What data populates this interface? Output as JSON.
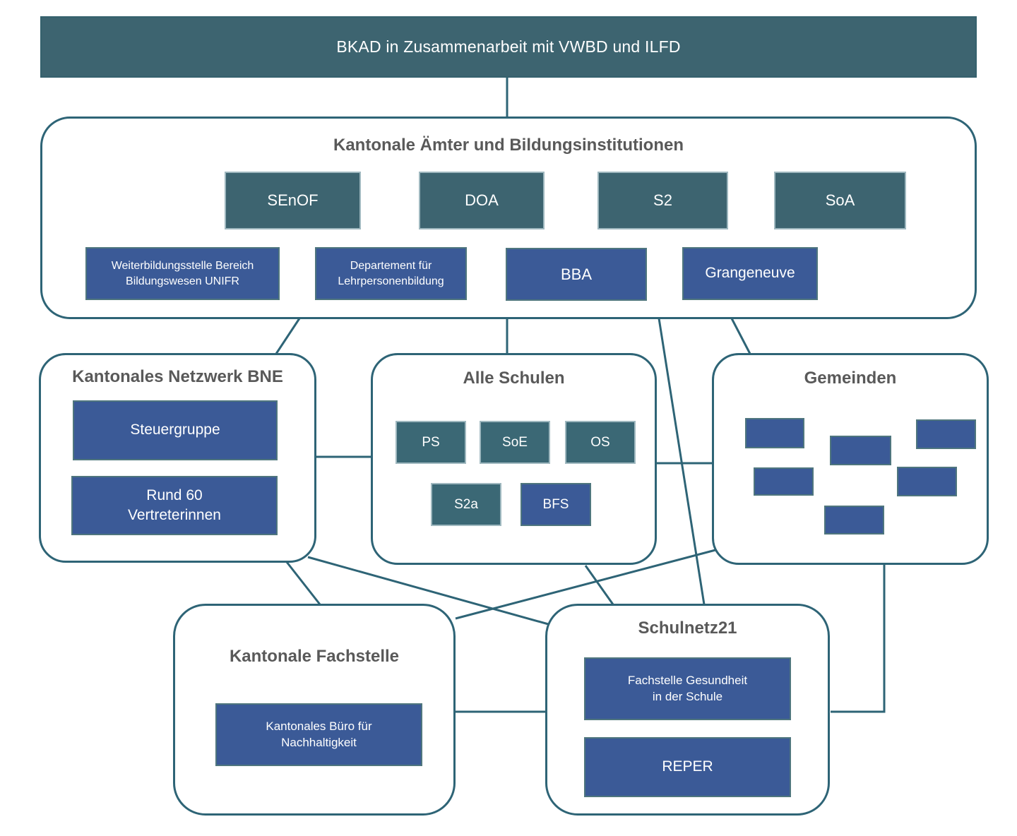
{
  "banner": {
    "label": "BKAD in Zusammenarbeit mit VWBD und ILFD"
  },
  "colors": {
    "teal_fill": "#3D6470",
    "school_teal_fill": "#3B6875",
    "blue_fill": "#3B5A97",
    "outline": "#2E6476",
    "heading_text": "#595959"
  },
  "aemter": {
    "title": "Kantonale Ämter und Bildungsinstitutionen",
    "offices": [
      "SEnOF",
      "DOA",
      "S2",
      "SoA"
    ],
    "institutions": [
      "Weiterbildungsstelle Bereich\nBildungswesen UNIFR",
      "Departement für\nLehrpersonenbildung",
      "BBA",
      "Grangeneuve"
    ]
  },
  "netzwerk": {
    "title": "Kantonales Netzwerk BNE",
    "members": [
      "Steuergruppe",
      "Rund 60\nVertreterinnen"
    ]
  },
  "schulen": {
    "title": "Alle Schulen",
    "school_types": [
      "PS",
      "SoE",
      "OS",
      "S2a",
      "BFS"
    ]
  },
  "gemeinden": {
    "title": "Gemeinden",
    "placeholder_count": 6
  },
  "fachstelle": {
    "title": "Kantonale Fachstelle",
    "members": [
      "Kantonales Büro für\nNachhaltigkeit"
    ]
  },
  "schulnetz": {
    "title": "Schulnetz21",
    "members": [
      "Fachstelle Gesundheit\nin der Schule",
      "REPER"
    ]
  }
}
